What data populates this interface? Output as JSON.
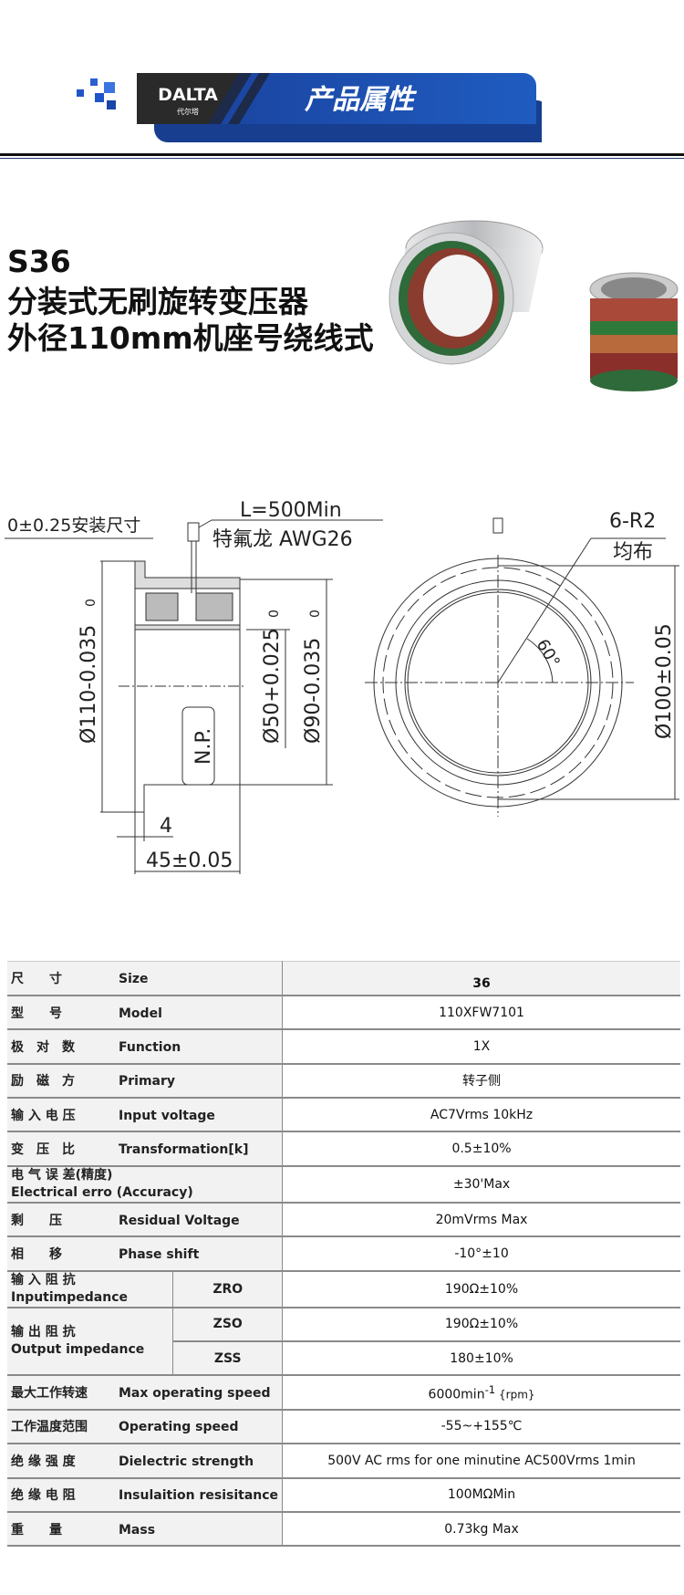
{
  "header": {
    "logo_text": "DALTA",
    "logo_sub": "代尔塔",
    "title": "产品属性"
  },
  "product": {
    "model": "S36",
    "name_line1": "分装式无刷旋转变压器",
    "name_line2": "外径110mm机座号绕线式"
  },
  "drawing": {
    "mount_tol": "0±0.25安装尺寸",
    "lead_length": "L=500Min",
    "lead_wire": "特氟龙 AWG26",
    "dia_110": "Ø110-0.035",
    "dia_110_upper": "0",
    "dia_50": "Ø50+0.025",
    "dia_50_lower": "0",
    "dia_90": "Ø90-0.035",
    "dia_90_upper": "0",
    "np_label": "N.P.",
    "dim_4": "4",
    "dim_45": "45±0.05",
    "holes": "6-R2",
    "holes_note": "均布",
    "angle": "60°",
    "dia_100": "Ø100±0.05"
  },
  "colors": {
    "brand_blue": "#1f57b8",
    "dark": "#2b2b2b",
    "cell_grey": "#f2f2f2"
  },
  "specs": [
    {
      "zh": "尺　　寸",
      "en": "Size",
      "value": "36"
    },
    {
      "zh": "型　　号",
      "en": "Model",
      "value": "110XFW7101"
    },
    {
      "zh": "极　对　数",
      "en": "Function",
      "value": "1X"
    },
    {
      "zh": "励　磁　方",
      "en": "Primary",
      "value": "转子侧"
    },
    {
      "zh": "输 入 电 压",
      "en": "Input voltage",
      "value": "AC7Vrms 10kHz"
    },
    {
      "zh": "变　压　比",
      "en": "Transformation[k]",
      "value": "0.5±10%"
    },
    {
      "zh": "电 气 误 差(精度)",
      "en": "Electrical erro (Accuracy)",
      "value": "±30'Max"
    },
    {
      "zh": "剩　　压",
      "en": "Residual Voltage",
      "value": "20mVrms Max"
    },
    {
      "zh": "相　　移",
      "en": "Phase shift",
      "value": "-10°±10"
    }
  ],
  "impedance": {
    "input_zh": "输 入 阻 抗",
    "input_en": "Inputimpedance",
    "output_zh": "输 出 阻 抗",
    "output_en": "Output impedance",
    "zro_label": "ZRO",
    "zro_value": "190Ω±10%",
    "zso_label": "ZSO",
    "zso_value": "190Ω±10%",
    "zss_label": "ZSS",
    "zss_value": "180±10%"
  },
  "specs2": [
    {
      "zh": "最大工作转速",
      "en": "Max operating speed",
      "value": "6000min",
      "sup": "-1",
      "unit": " {rpm}"
    },
    {
      "zh": "工作温度范围",
      "en": "Operating speed",
      "value": "-55~+155℃"
    },
    {
      "zh": "绝 缘 强 度",
      "en": "Dielectric strength",
      "value": "500V AC rms for one minutine AC500Vrms 1min"
    },
    {
      "zh": "绝 缘 电 阻",
      "en": "Insulaition resisitance",
      "value": "100MΩMin"
    },
    {
      "zh": "重　　量",
      "en": "Mass",
      "value": "0.73kg Max"
    }
  ]
}
